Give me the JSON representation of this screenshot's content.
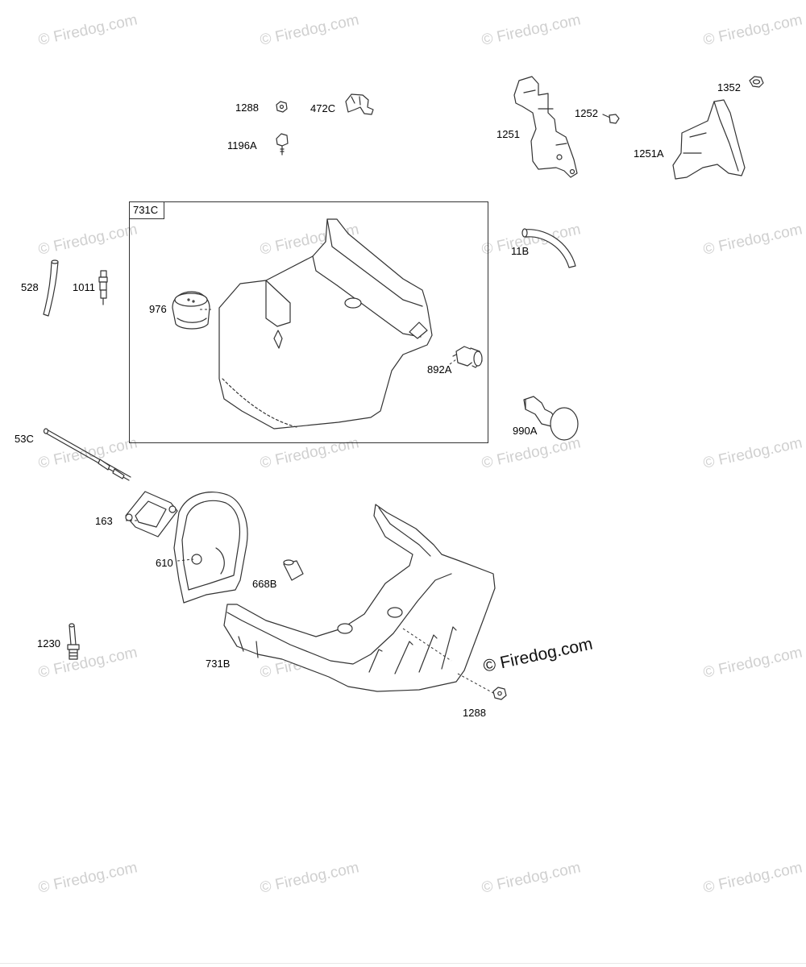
{
  "watermark": {
    "text": "© Firedog.com",
    "main_text": "© Firedog.com"
  },
  "callout": {
    "ref": "731C"
  },
  "parts": {
    "p1288_top": "1288",
    "p472C": "472C",
    "p1196A": "1196A",
    "p1251": "1251",
    "p1252": "1252",
    "p1352": "1352",
    "p1251A": "1251A",
    "p528": "528",
    "p1011": "1011",
    "p976": "976",
    "p11B": "11B",
    "p892A": "892A",
    "p990A": "990A",
    "p53C": "53C",
    "p163": "163",
    "p610": "610",
    "p668B": "668B",
    "p1230": "1230",
    "p731B": "731B",
    "p1288_bottom": "1288"
  }
}
